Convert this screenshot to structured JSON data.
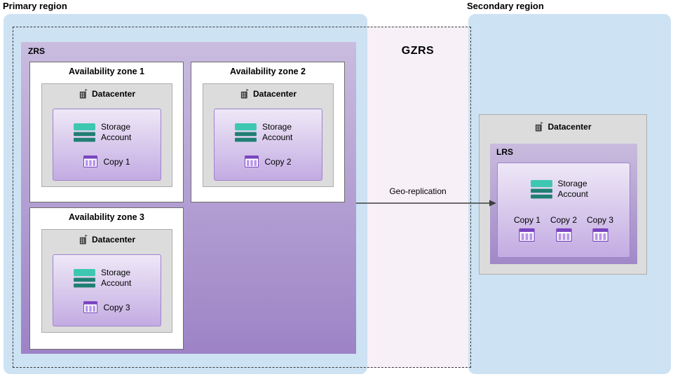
{
  "page": {
    "primary_region_label": "Primary region",
    "secondary_region_label": "Secondary region"
  },
  "gzrs": {
    "label": "GZRS"
  },
  "zrs": {
    "label": "ZRS",
    "zones": [
      {
        "title": "Availability zone 1",
        "datacenter": "Datacenter",
        "storage": "Storage Account",
        "copy": "Copy 1"
      },
      {
        "title": "Availability zone 2",
        "datacenter": "Datacenter",
        "storage": "Storage Account",
        "copy": "Copy 2"
      },
      {
        "title": "Availability zone 3",
        "datacenter": "Datacenter",
        "storage": "Storage Account",
        "copy": "Copy 3"
      }
    ]
  },
  "replication": {
    "label": "Geo-replication"
  },
  "secondary": {
    "datacenter": "Datacenter",
    "lrs": {
      "label": "LRS",
      "storage": "Storage Account",
      "copies": [
        {
          "label": "Copy 1"
        },
        {
          "label": "Copy 2"
        },
        {
          "label": "Copy 3"
        }
      ]
    }
  },
  "colors": {
    "region_fill": "#cde2f3",
    "gzrs_fill": "#f7f0f7",
    "zrs_gradient_top": "#c9bcdf",
    "zrs_gradient_bottom": "#9d83c6",
    "panel_gradient_top": "#eee8f7",
    "panel_gradient_bottom": "#c3abe2",
    "datacenter_fill": "#dcdcdc",
    "storage_teal": "#3dc7b1",
    "storage_teal_dark": "#1f7f73",
    "copy_purple": "#7a44c0",
    "arrow": "#3f3f3f"
  }
}
